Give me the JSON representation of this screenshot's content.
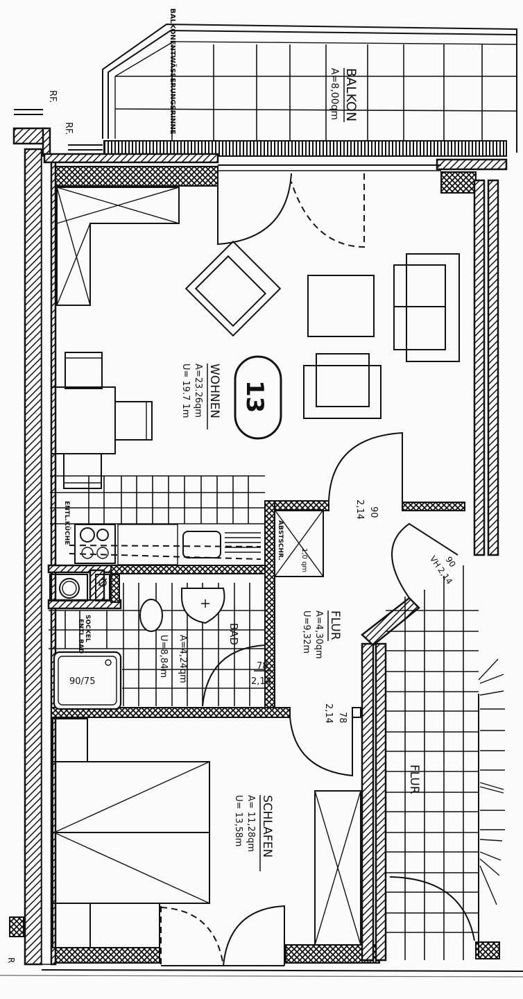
{
  "plan": {
    "apartment_number": "13",
    "rooms": {
      "balkon": {
        "name": "BALKON",
        "area": "A=8,00qm"
      },
      "wohnen": {
        "name": "WOHNEN",
        "area": "A=23.26qm",
        "perimeter": "U= 19.7 1m"
      },
      "flur": {
        "name": "FLUR",
        "area": "A=4,30qm",
        "perimeter": "U=9,32m"
      },
      "bad": {
        "name": "BAD",
        "area": "A=4,24qm",
        "perimeter": "U=8,84m"
      },
      "schlafen": {
        "name": "SCHLAFEN",
        "area": "A= 11,28qm",
        "perimeter": "U= 13,58m"
      },
      "flur_outside": {
        "name": "FLUR"
      }
    },
    "annotations": {
      "entwaesserungsrinne": "BALKONENTWÄSSERUNGSRINNE",
      "rf1": "RF.",
      "rf2": "RF.",
      "entl_kueche": "ENTL.KÜCHE",
      "entl_bad": "ENTL.BAD",
      "sockel": "SOCKEL",
      "abstellschrank": "ABSTSCHR.",
      "abst_area": "1,0 qm",
      "shower_tray": "90/75",
      "corner_r": "R"
    },
    "doors": {
      "wohnen_flur": {
        "width": "90",
        "height": "2,14"
      },
      "entrance": {
        "width": "90",
        "height": "2,14",
        "prefix": "VH"
      },
      "bad": {
        "width": "78",
        "height": "2,14"
      },
      "schlafen": {
        "width": "78",
        "height": "2,14"
      }
    }
  }
}
